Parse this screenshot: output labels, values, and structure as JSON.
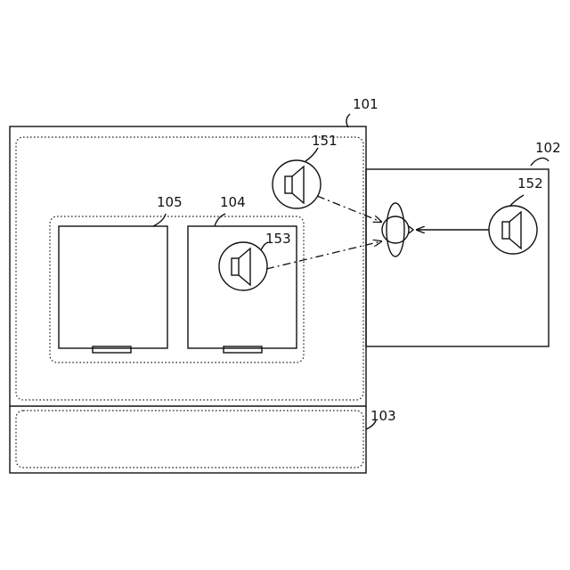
{
  "labels": {
    "r101": "101",
    "r102": "102",
    "r103": "103",
    "r104": "104",
    "r105": "105",
    "r151": "151",
    "r152": "152",
    "r153": "153"
  },
  "icons": {
    "speaker_1": "speaker-icon",
    "speaker_2": "speaker-icon",
    "speaker_3": "speaker-icon",
    "listener": "listener-head-icon"
  },
  "colors": {
    "stroke": "#111111",
    "background": "#ffffff"
  }
}
